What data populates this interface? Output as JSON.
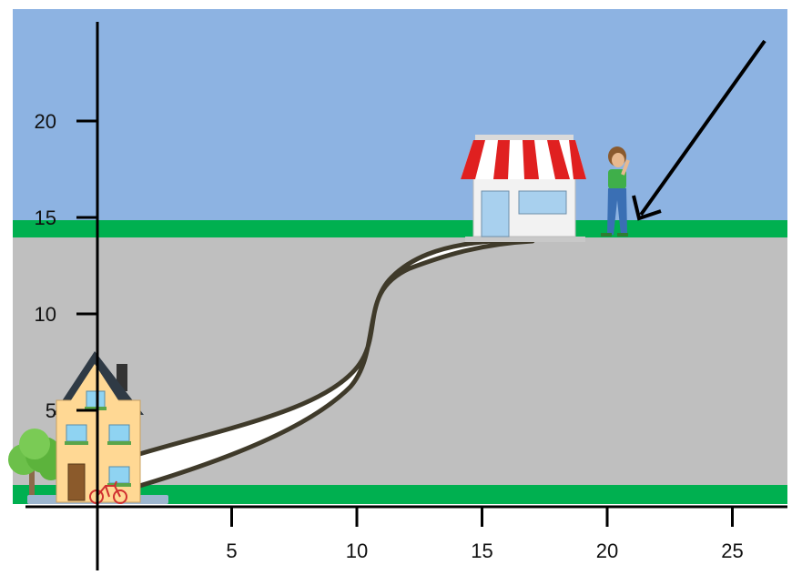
{
  "colors": {
    "sky": "#8DB3E2",
    "grass": "#00B050",
    "ground": "#BFBFBF",
    "path_fill": "#FFFFFF",
    "path_edge": "#3F3A2A",
    "axis": "#000000"
  },
  "axes": {
    "x_ticks": [
      "5",
      "10",
      "15",
      "20",
      "25"
    ],
    "y_ticks": [
      "5",
      "10",
      "15",
      "20"
    ]
  },
  "scene": {
    "objects": [
      "house",
      "bicycle",
      "tree",
      "winding-path",
      "store",
      "person",
      "arrow"
    ]
  }
}
